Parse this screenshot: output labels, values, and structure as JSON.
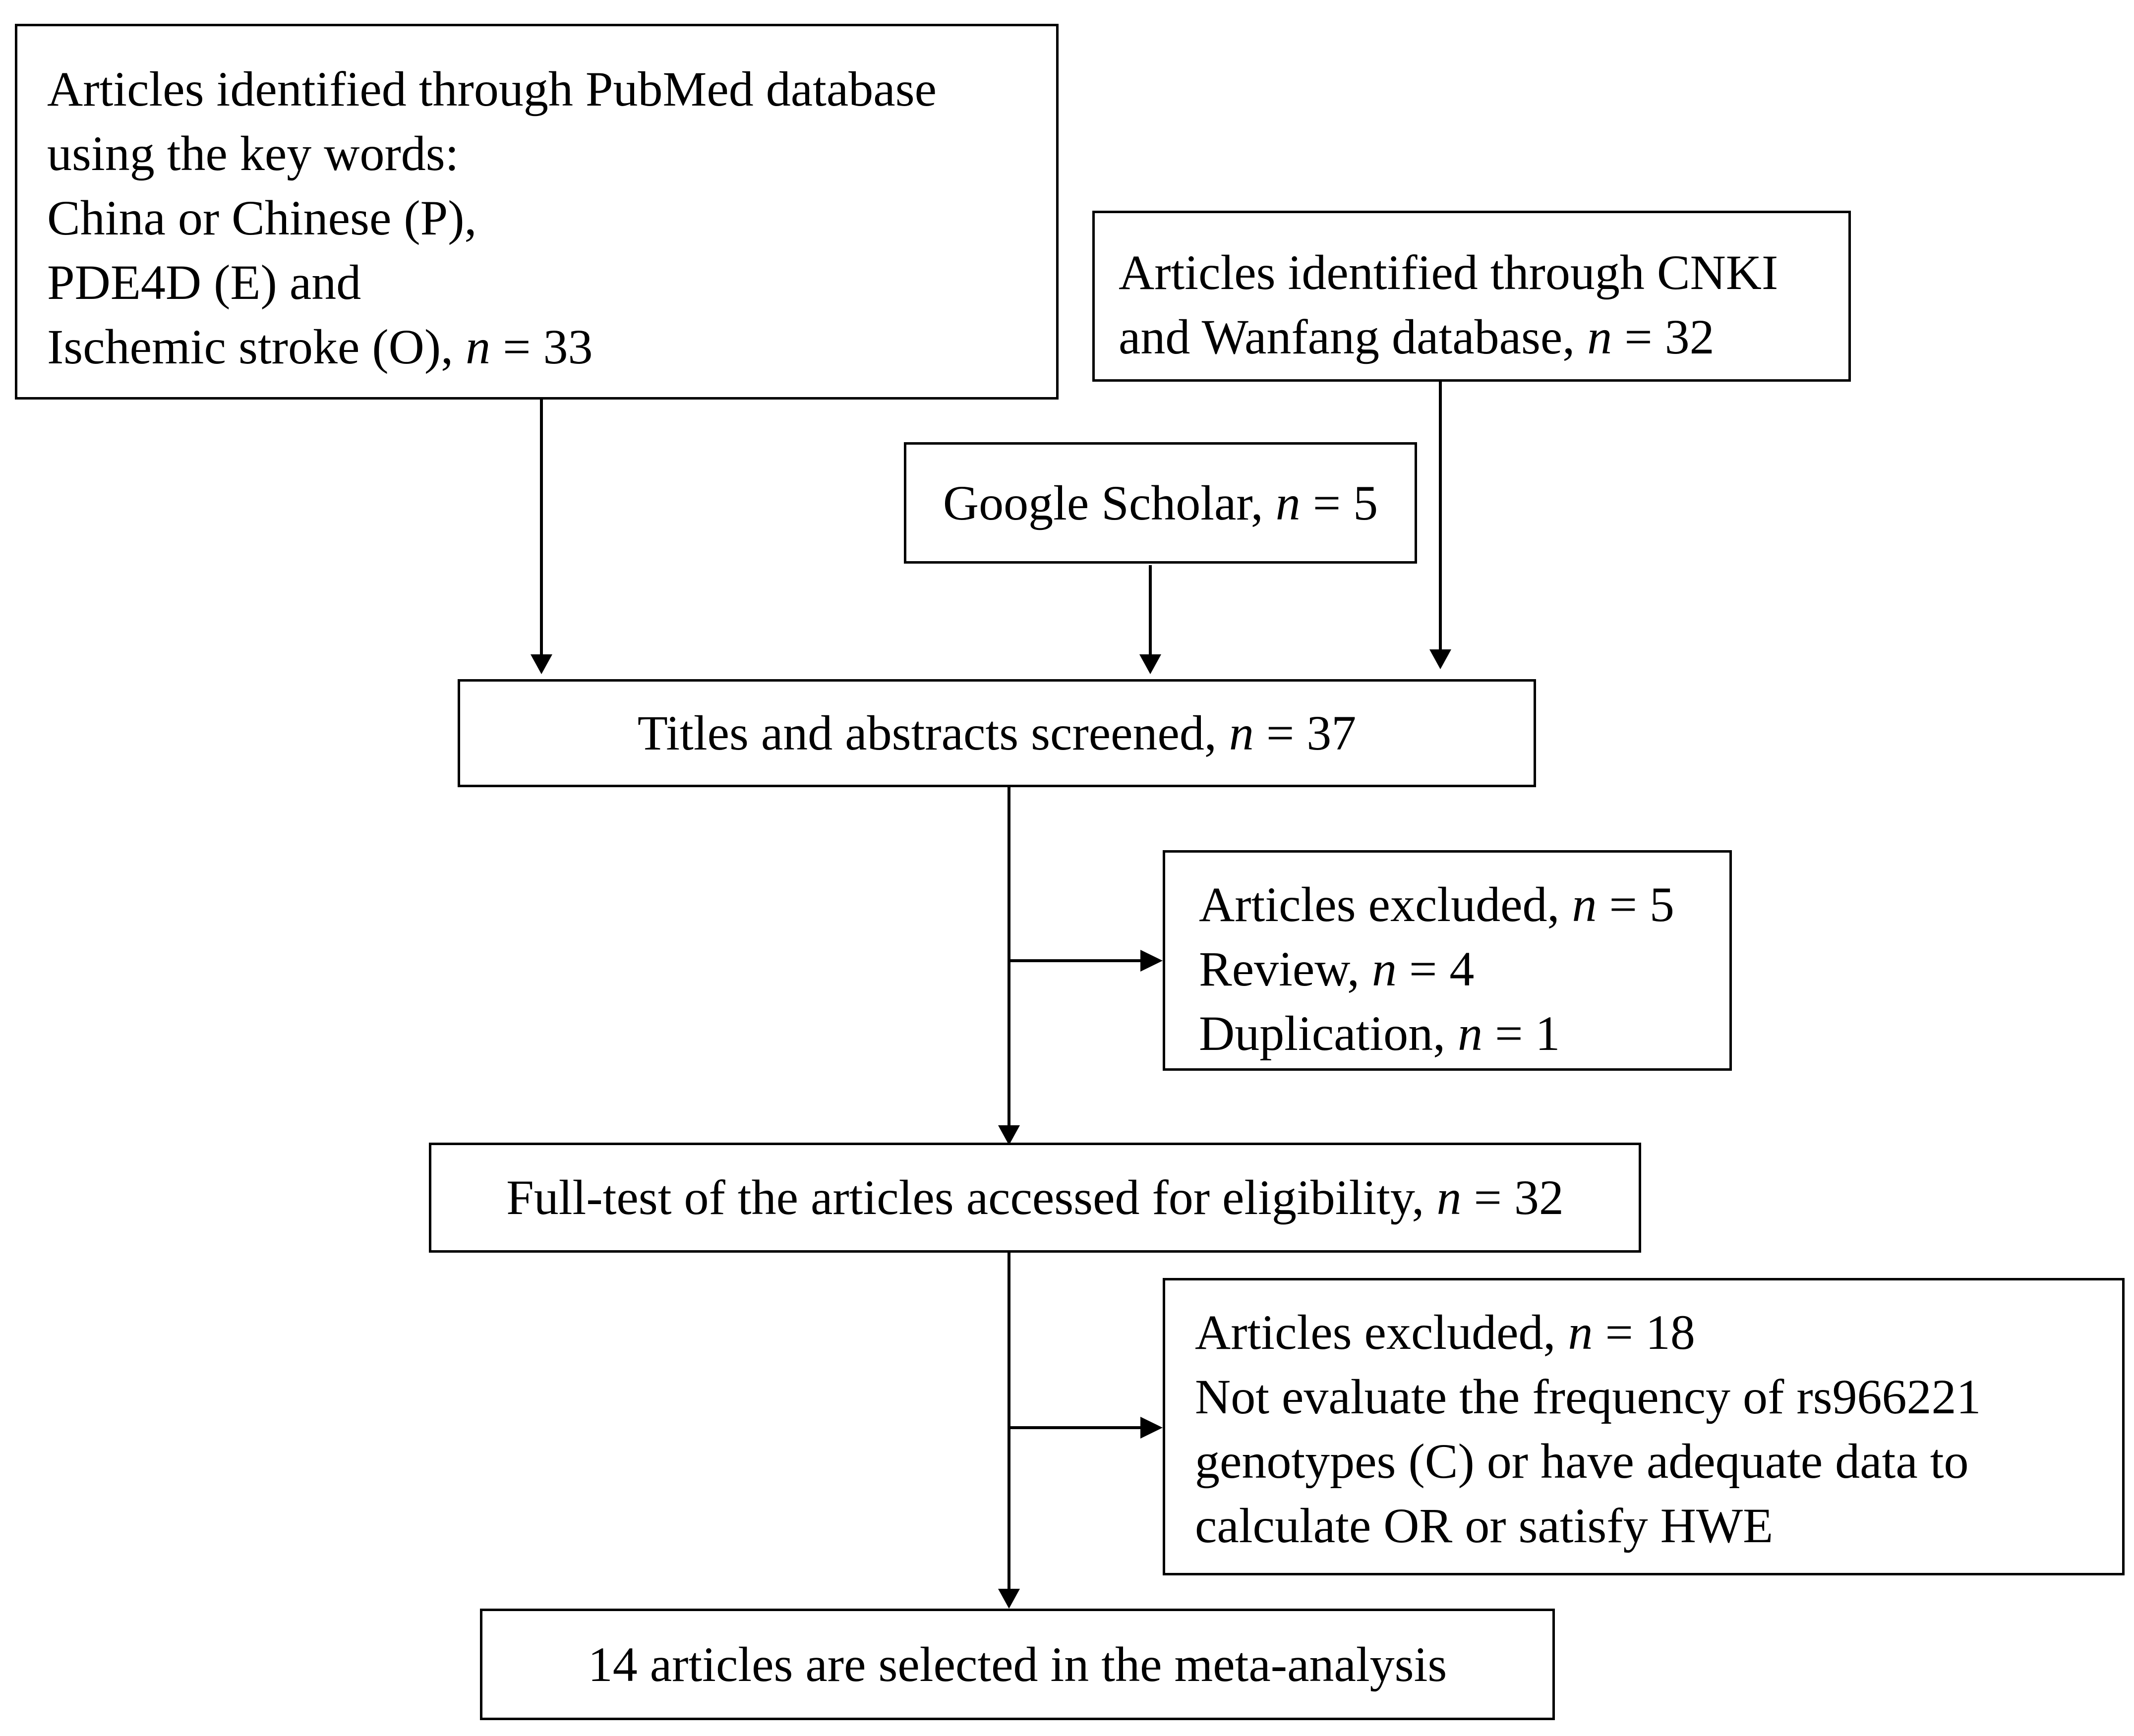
{
  "boxes": {
    "pubmed": {
      "lines": [
        "Articles identified through PubMed database",
        "using the key words:",
        "China or Chinese (P),",
        "PDE4D (E) and"
      ],
      "last_prefix": "Ischemic stroke (O), ",
      "last_n": "n",
      "last_suffix": " = 33"
    },
    "cnki": {
      "line1": "Articles identified through CNKI",
      "line2_prefix": "and Wanfang database, ",
      "line2_n": "n",
      "line2_suffix": " = 32"
    },
    "google": {
      "prefix": "Google Scholar, ",
      "n": "n",
      "suffix": " = 5"
    },
    "screened": {
      "prefix": "Titles and abstracts screened, ",
      "n": "n",
      "suffix": " = 37"
    },
    "excluded1": {
      "rows": [
        {
          "prefix": "Articles excluded, ",
          "n": "n",
          "suffix": " = 5"
        },
        {
          "prefix": "Review, ",
          "n": "n",
          "suffix": " = 4"
        },
        {
          "prefix": "Duplication, ",
          "n": "n",
          "suffix": " = 1"
        }
      ]
    },
    "fulltext": {
      "prefix": "Full-test of the articles accessed for eligibility, ",
      "n": "n",
      "suffix": " = 32"
    },
    "excluded2": {
      "first_prefix": "Articles excluded, ",
      "first_n": "n",
      "first_suffix": " = 18",
      "lines": [
        "Not evaluate the frequency of rs966221",
        "genotypes (C) or have adequate data to",
        "calculate OR or satisfy HWE"
      ]
    },
    "selected": {
      "text": "14 articles are selected in the meta-analysis"
    }
  }
}
